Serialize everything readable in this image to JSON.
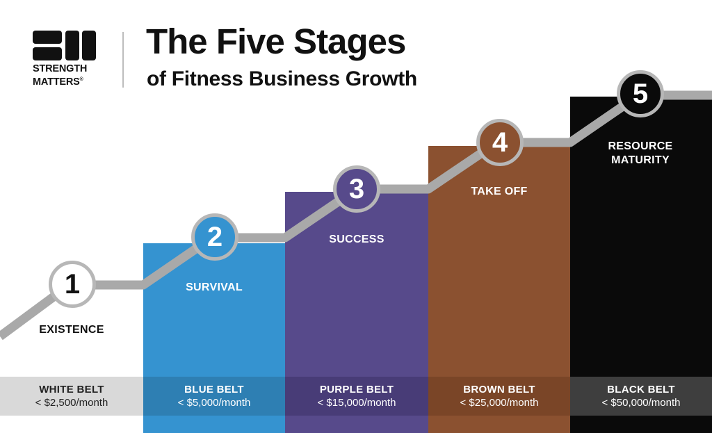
{
  "header": {
    "logo_line1": "STRENGTH",
    "logo_line2": "MATTERS",
    "logo_mark": "®",
    "title": "The Five Stages",
    "subtitle": "of Fitness Business Growth"
  },
  "stages": [
    {
      "number": "1",
      "name": "EXISTENCE",
      "belt": "WHITE BELT",
      "revenue": "< $2,500/month",
      "color": "#ffffff"
    },
    {
      "number": "2",
      "name": "SURVIVAL",
      "belt": "BLUE BELT",
      "revenue": "< $5,000/month",
      "color": "#3593d0"
    },
    {
      "number": "3",
      "name": "SUCCESS",
      "belt": "PURPLE BELT",
      "revenue": "< $15,000/month",
      "color": "#574a8b"
    },
    {
      "number": "4",
      "name": "TAKE OFF",
      "belt": "BROWN BELT",
      "revenue": "< $25,000/month",
      "color": "#8b5130"
    },
    {
      "number": "5",
      "name_line1": "RESOURCE",
      "name_line2": "MATURITY",
      "belt": "BLACK BELT",
      "revenue": "< $50,000/month",
      "color": "#0a0a0a"
    }
  ],
  "colors": {
    "step_line": "#a9a9a9",
    "circle_border": "#b7b7b7",
    "text_dark": "#111111"
  }
}
